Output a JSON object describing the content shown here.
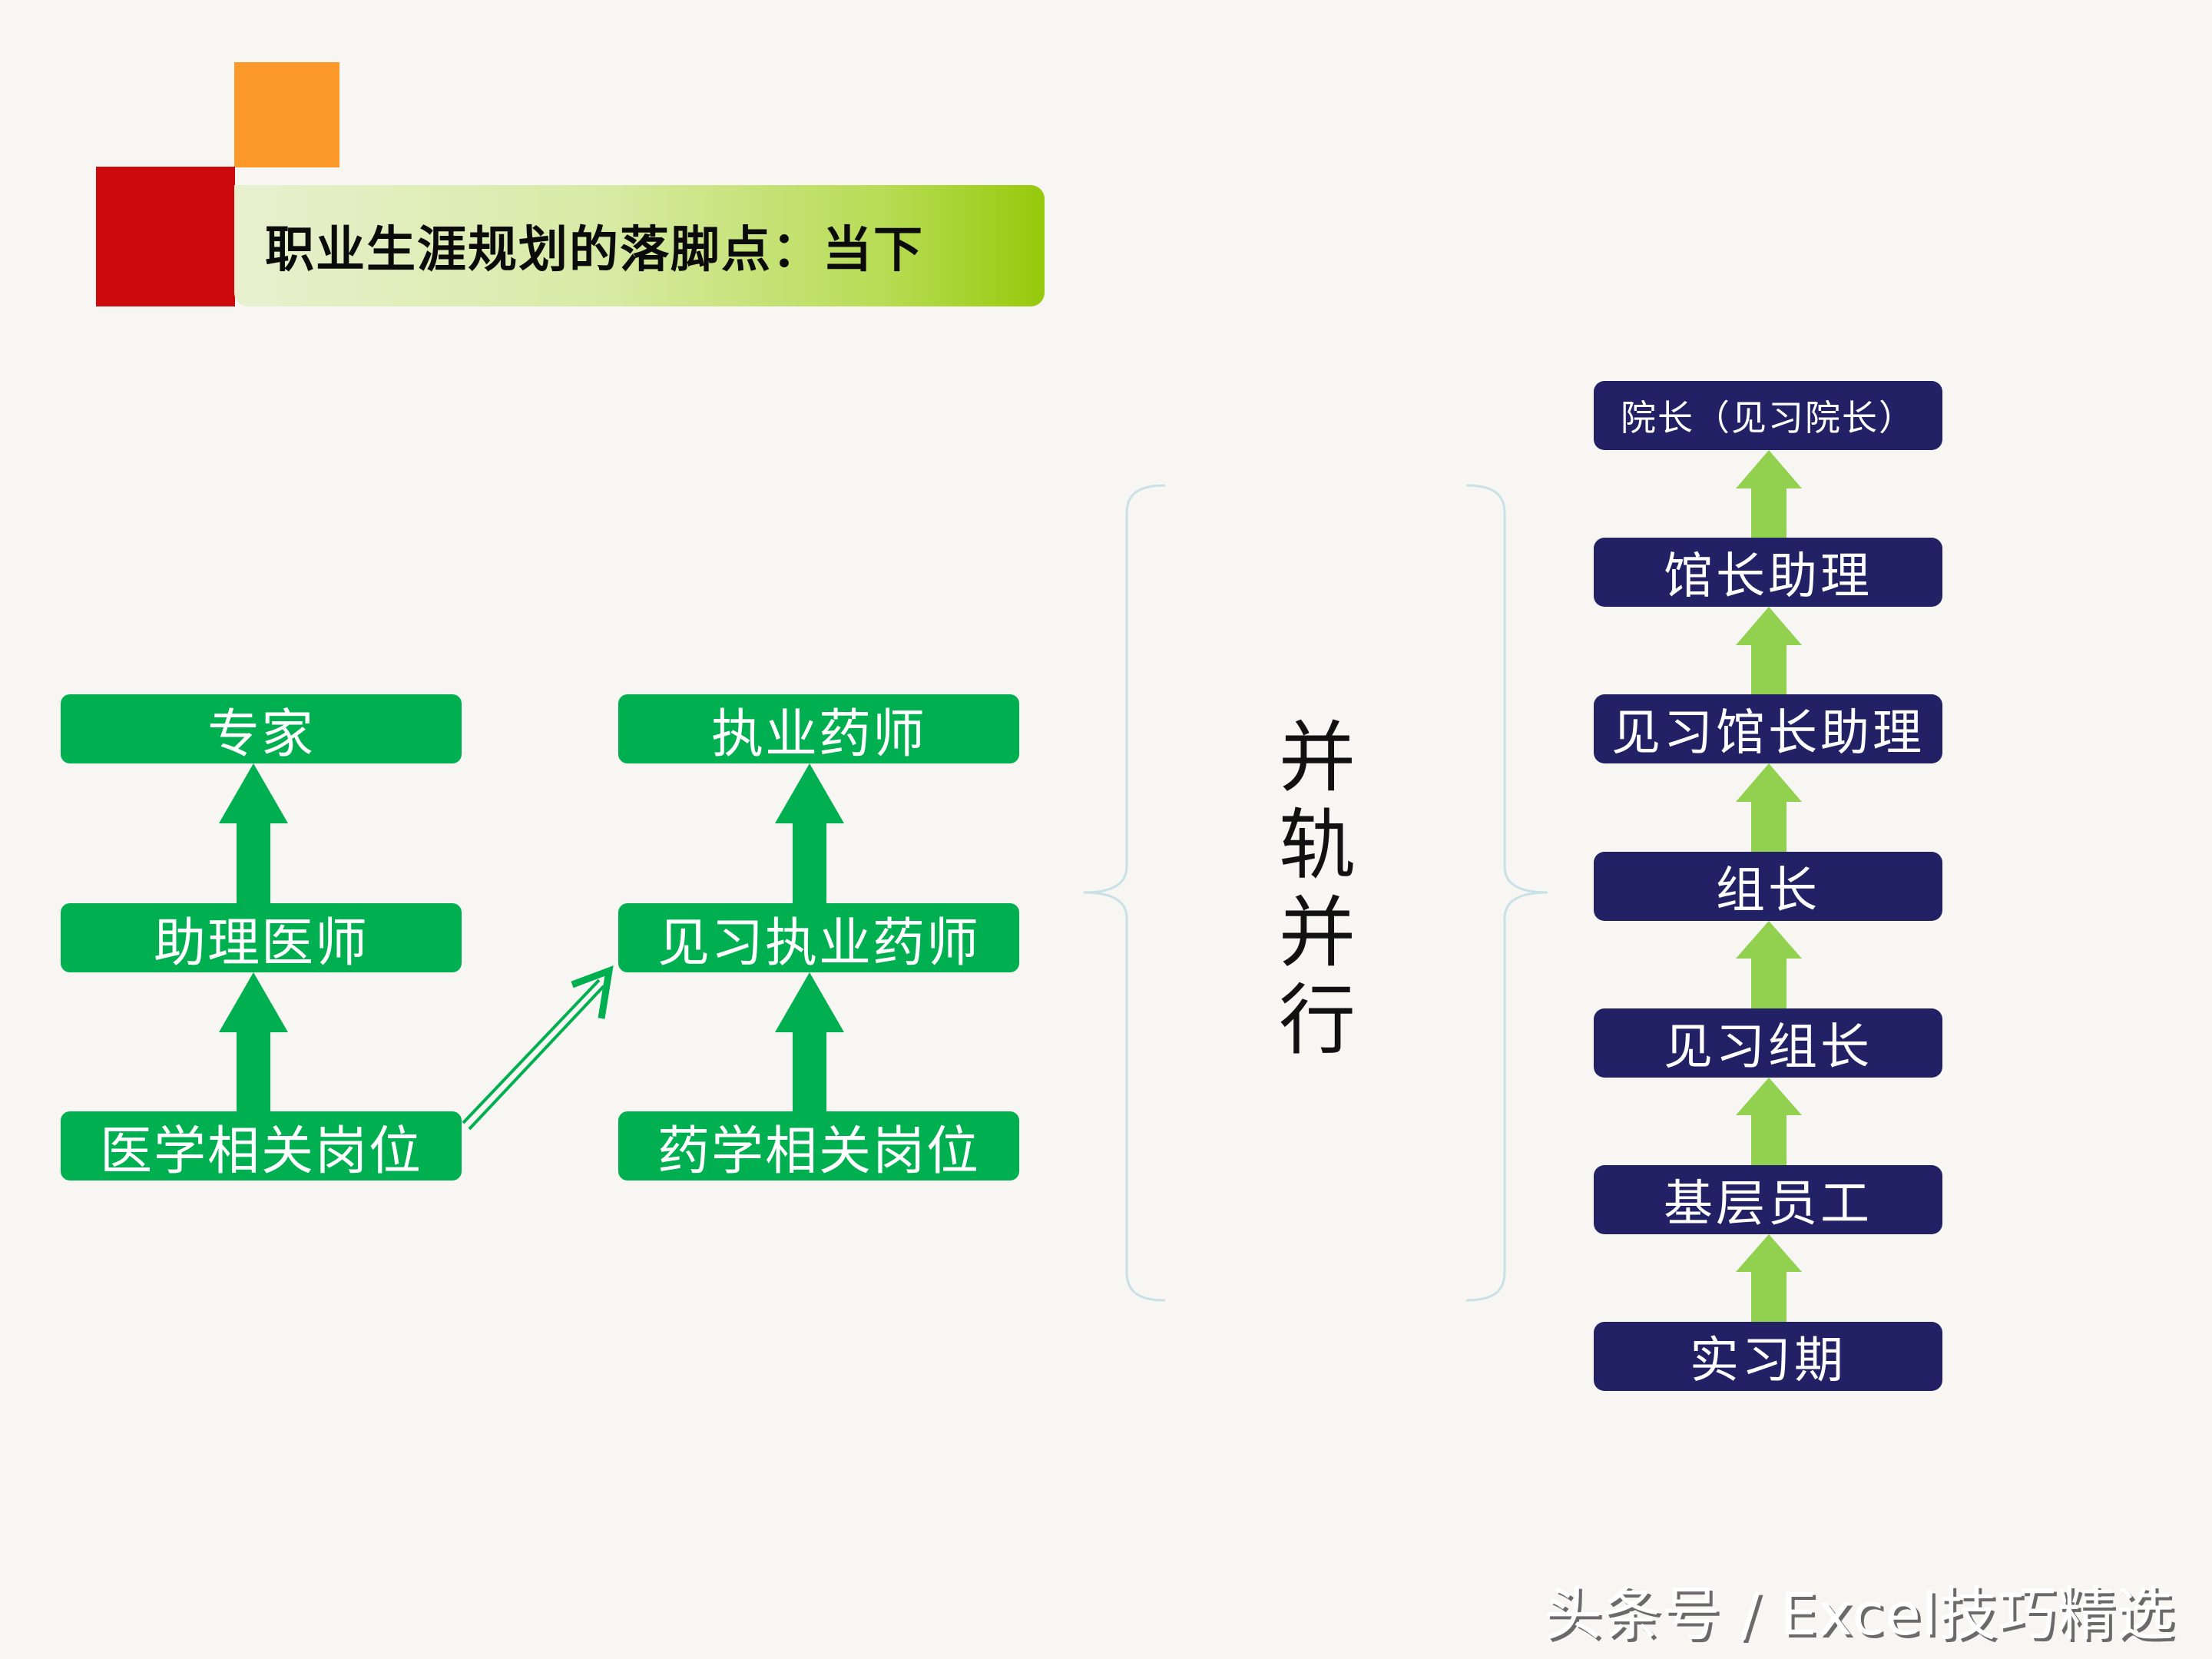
{
  "title": "职业生涯规划的落脚点：当下",
  "colors": {
    "background": "#f7f6f2",
    "orange_square": "#fb9a2a",
    "red_square": "#cc0a0b",
    "title_gradient_start": "#e8f0cf",
    "title_gradient_end": "#97c90b",
    "green_box": "#00b050",
    "navy_box": "#232166",
    "light_green_arrow": "#92d050",
    "brace": "#c8e1e6"
  },
  "left_track": {
    "medical": [
      "医学相关岗位",
      "助理医师",
      "专家"
    ],
    "pharmacy": [
      "药学相关岗位",
      "见习执业药师",
      "执业药师"
    ]
  },
  "center_label": "并轨并行",
  "right_track": [
    "实习期",
    "基层员工",
    "见习组长",
    "组长",
    "见习馆长助理",
    "馆长助理",
    "院长（见习院长）"
  ],
  "watermark": "头条号 / Excel技巧精选"
}
